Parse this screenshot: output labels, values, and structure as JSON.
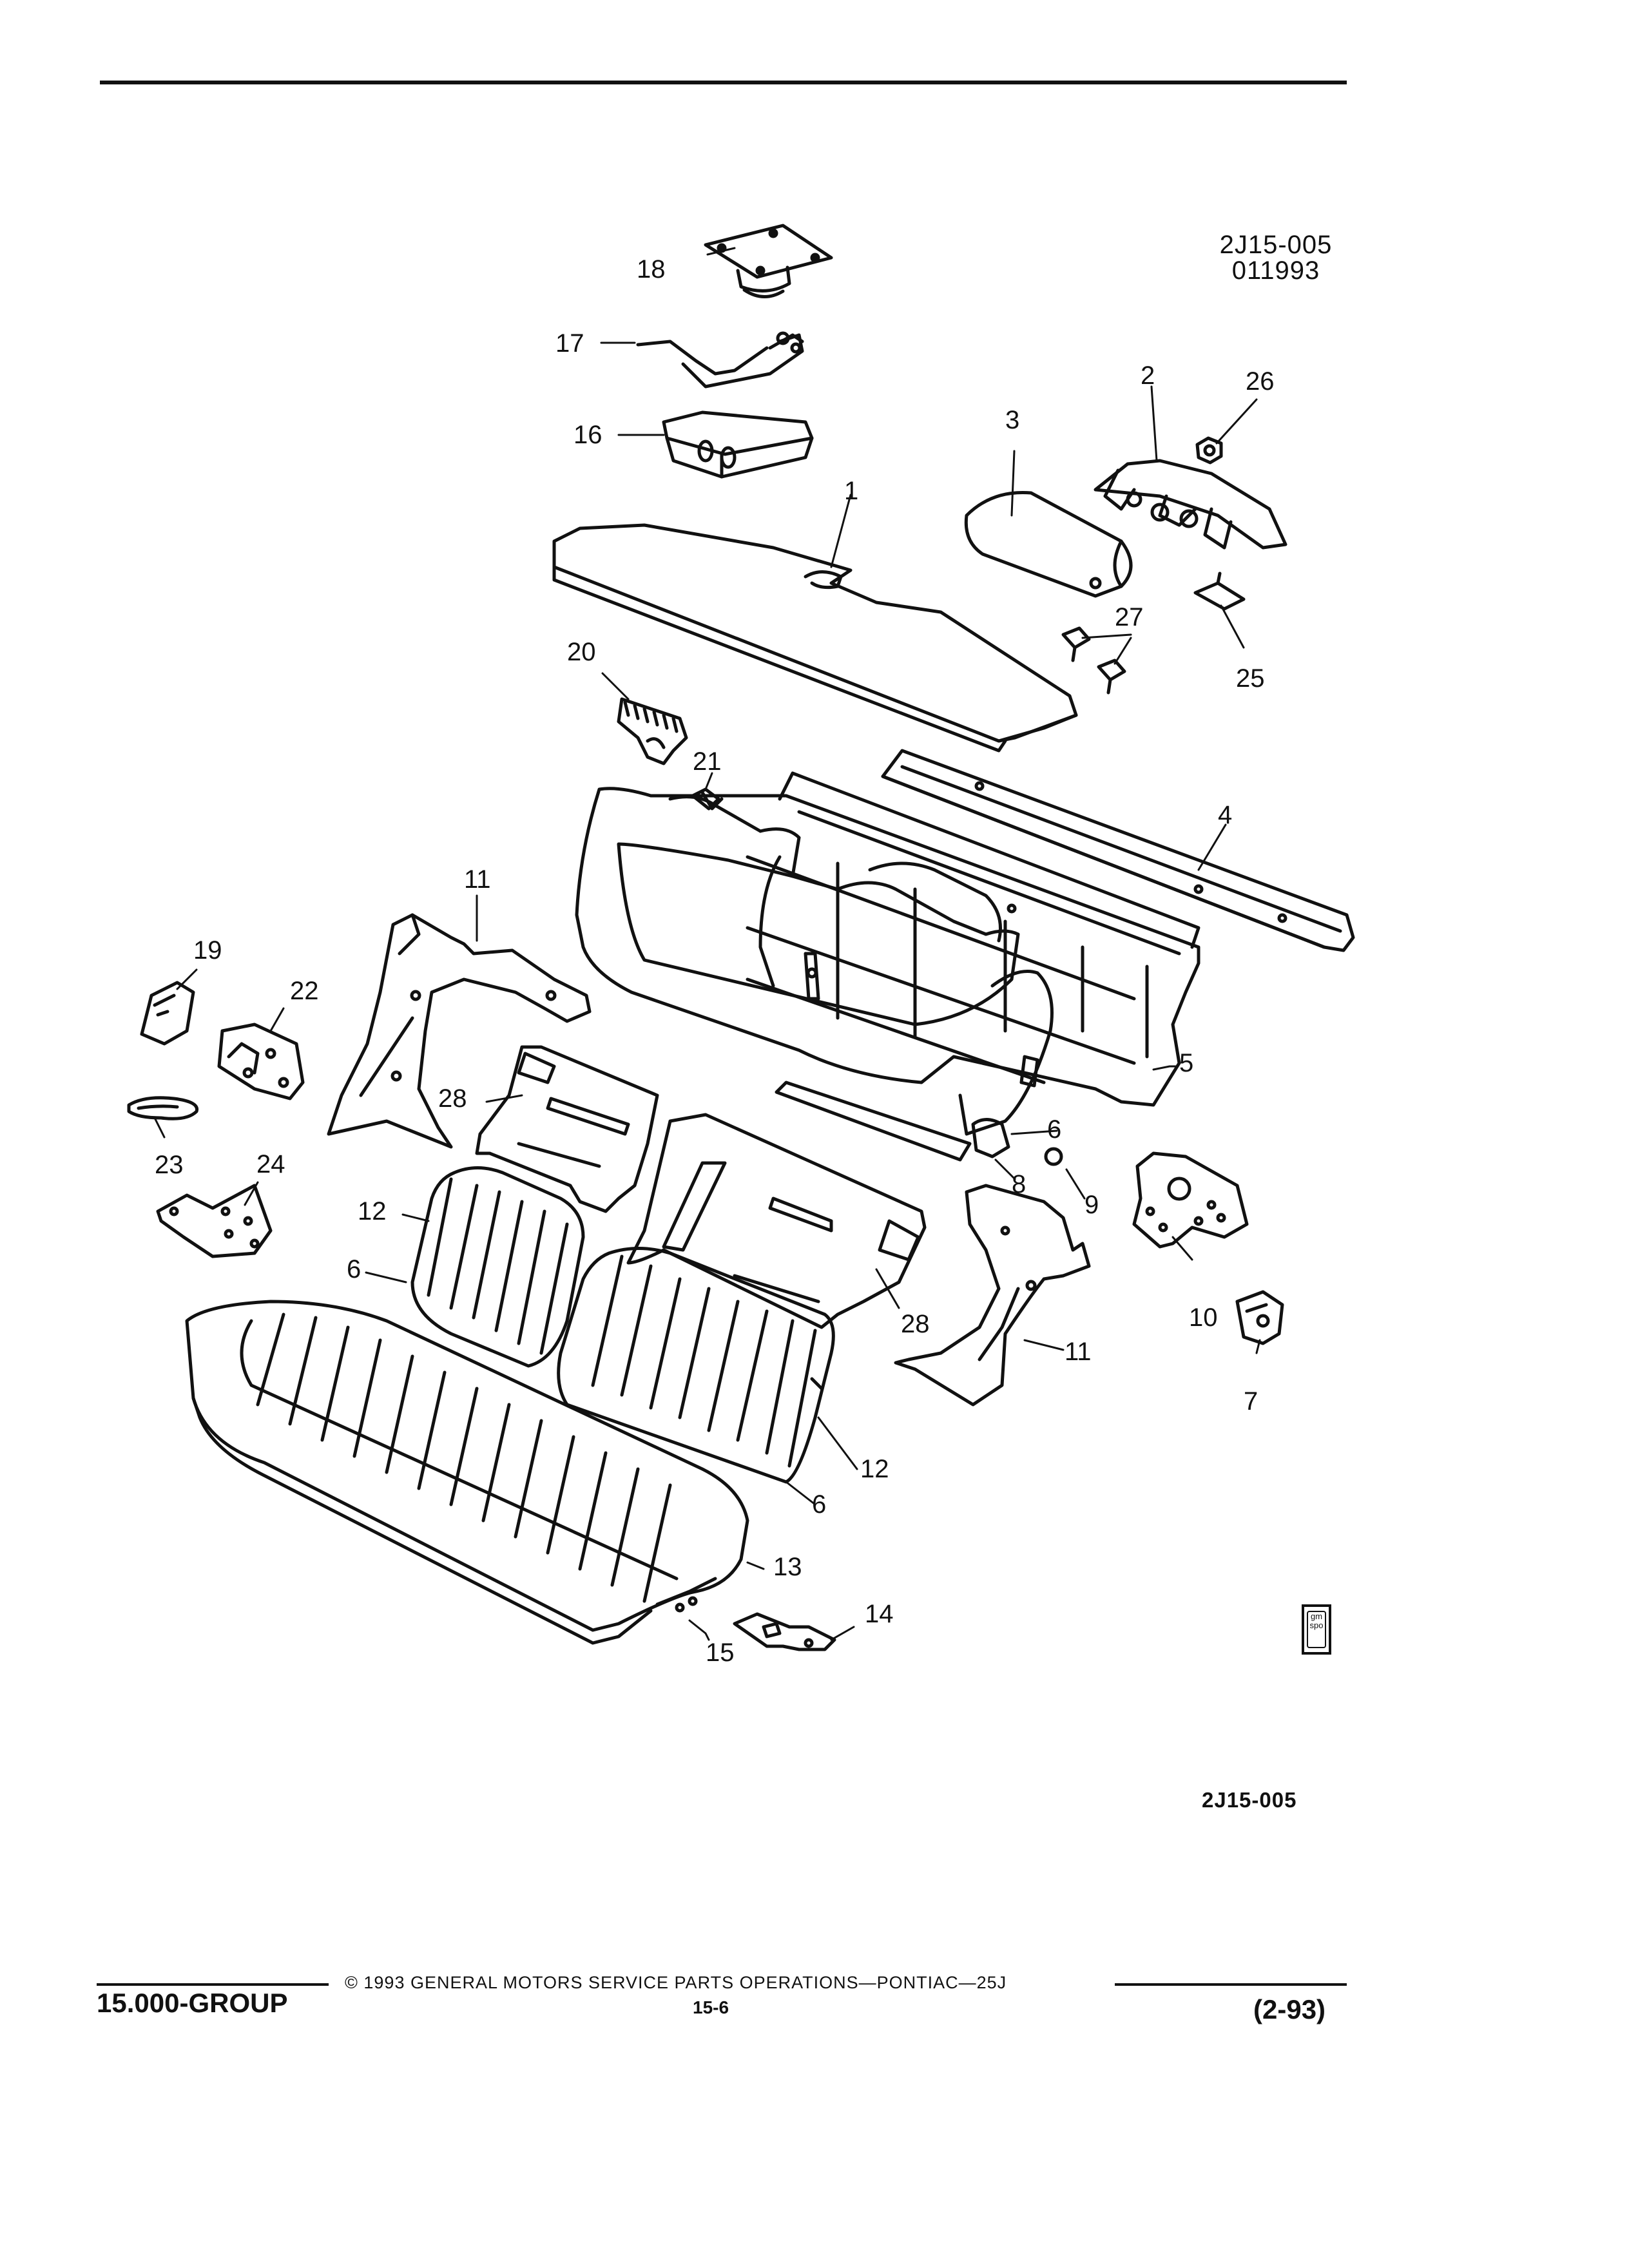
{
  "figure": {
    "reference_code": "2J15-005",
    "reference_date": "011993",
    "bottom_code": "2J15-005"
  },
  "callouts": [
    "1",
    "2",
    "3",
    "4",
    "5",
    "6",
    "6",
    "6",
    "7",
    "8",
    "9",
    "10",
    "11",
    "11",
    "12",
    "12",
    "13",
    "14",
    "15",
    "16",
    "17",
    "18",
    "19",
    "20",
    "21",
    "22",
    "23",
    "24",
    "25",
    "26",
    "27",
    "28",
    "28"
  ],
  "badge": {
    "text_top": "gm",
    "text_bottom": "spo"
  },
  "footer": {
    "group": "15.000-GROUP",
    "copyright": "© 1993  GENERAL MOTORS SERVICE PARTS OPERATIONS—PONTIAC—25J",
    "page": "15-6",
    "date": "(2-93)"
  },
  "colors": {
    "ink": "#111111",
    "paper": "#ffffff"
  }
}
